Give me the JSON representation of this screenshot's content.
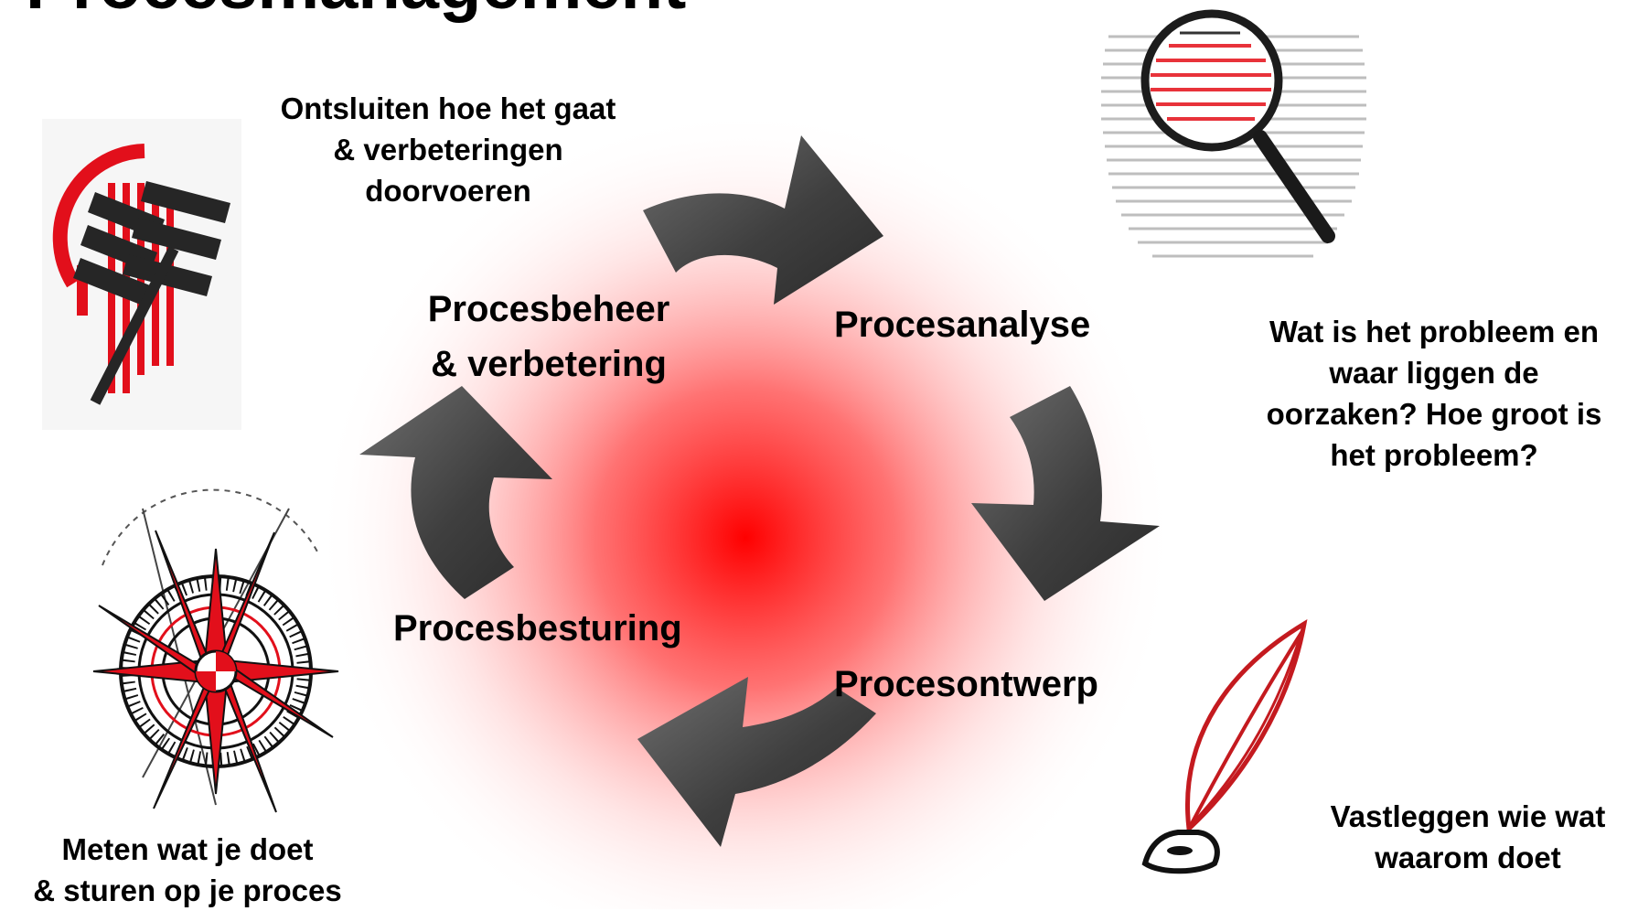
{
  "slide": {
    "title": "Procesmanagement",
    "accent_color": "#ff0000",
    "arrow_color": "#4a4a4a"
  },
  "cycle": {
    "stages": [
      {
        "id": "analyse",
        "label": "Procesanalyse",
        "icon": "magnifying-glass-icon",
        "description": [
          "Wat is het probleem en",
          "waar liggen de",
          "oorzaken? Hoe groot is",
          "het probleem?"
        ]
      },
      {
        "id": "ontwerp",
        "label": "Procesontwerp",
        "icon": "quill-pen-icon",
        "description": [
          "Vastleggen wie wat",
          "waarom doet"
        ]
      },
      {
        "id": "besturing",
        "label": "Procesbesturing",
        "icon": "compass-rose-icon",
        "description": [
          "Meten wat je doet",
          "& sturen op je proces"
        ]
      },
      {
        "id": "beheer",
        "label_lines": [
          "Procesbeheer",
          "& verbetering"
        ],
        "icon": "improvement-tools-icon",
        "description": [
          "Ontsluiten hoe het gaat",
          "& verbeteringen",
          "doorvoeren"
        ]
      }
    ]
  }
}
